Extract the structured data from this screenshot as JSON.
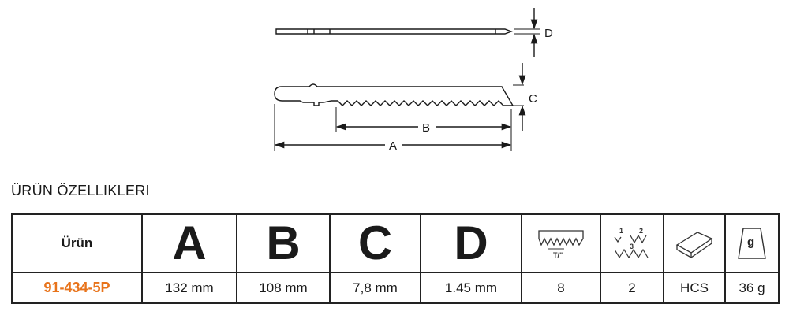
{
  "drawing": {
    "dim_labels": {
      "a": "A",
      "b": "B",
      "c": "C",
      "d": "D"
    }
  },
  "section_title": "ÜRÜN ÖZELLIKLERI",
  "table": {
    "header": {
      "product": "Ürün",
      "a": "A",
      "b": "B",
      "c": "C",
      "d": "D",
      "tpi_icon_text": "T/\"",
      "set_icon_digits": [
        "1",
        "2",
        "3"
      ],
      "weight_icon_text": "g"
    },
    "row": {
      "code": "91-434-5P",
      "a": "132 mm",
      "b": "108 mm",
      "c": "7,8 mm",
      "d": "1.45 mm",
      "tpi": "8",
      "set": "2",
      "material": "HCS",
      "weight": "36 g"
    },
    "icons": [
      "tooth-pitch-icon",
      "tooth-set-icon",
      "material-bar-icon",
      "weight-icon"
    ]
  },
  "colors": {
    "accent": "#e8731a",
    "line": "#222222"
  }
}
